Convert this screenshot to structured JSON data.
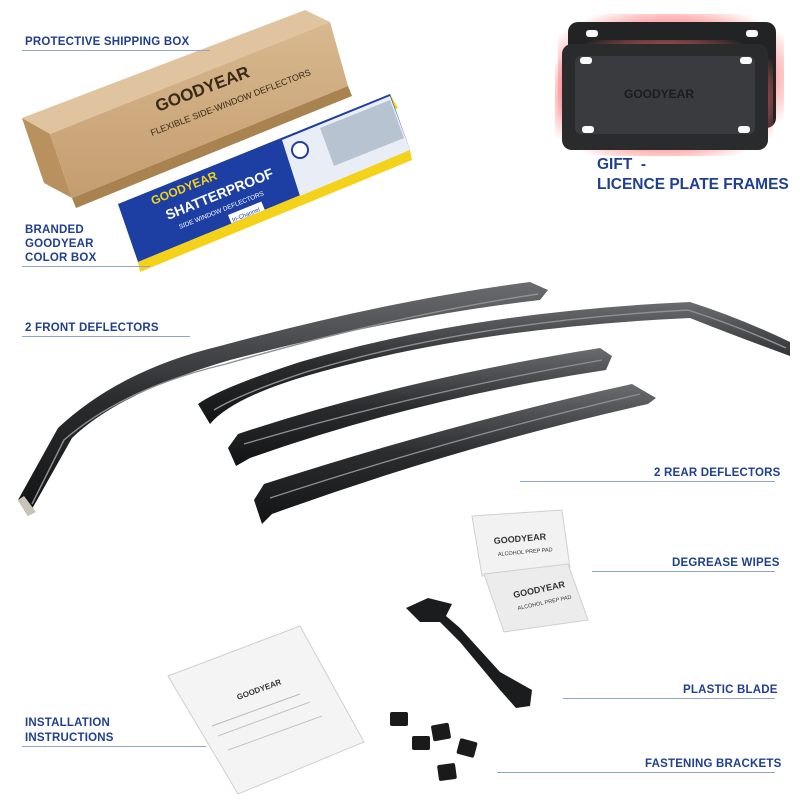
{
  "callouts": {
    "shipping_box": "PROTECTIVE SHIPPING BOX",
    "color_box_line1": "BRANDED",
    "color_box_line2": "GOODYEAR",
    "color_box_line3": "COLOR BOX",
    "front_deflectors": "2 FRONT DEFLECTORS",
    "rear_deflectors": "2 REAR DEFLECTORS",
    "degrease_wipes": "DEGREASE WIPES",
    "plastic_blade": "PLASTIC BLADE",
    "installation_line1": "INSTALLATION",
    "installation_line2": "INSTRUCTIONS",
    "fastening_brackets": "FASTENING BRACKETS"
  },
  "gift": {
    "line1": "GIFT  -",
    "line2": "LICENCE PLATE FRAMES"
  },
  "product_text": {
    "brand": "GOODYEAR",
    "kraft_subtitle": "FLEXIBLE SIDE-WINDOW DEFLECTORS",
    "color_box_title": "SHATTERPROOF",
    "color_box_subtitle": "SIDE WINDOW DEFLECTORS",
    "color_box_tag": "In-Channel",
    "wipe_text": "ALCOHOL PREP PAD",
    "plate_brand": "GOODYEAR"
  },
  "colors": {
    "label_blue": "#1f3f8f",
    "rule_blue": "#8fa6c9",
    "box_blue": "#1d3fa3",
    "box_yellow": "#f4d21a",
    "kraft": "#c9a57a",
    "deflector": "#2e2f31",
    "plate_glow": "#e06060"
  }
}
